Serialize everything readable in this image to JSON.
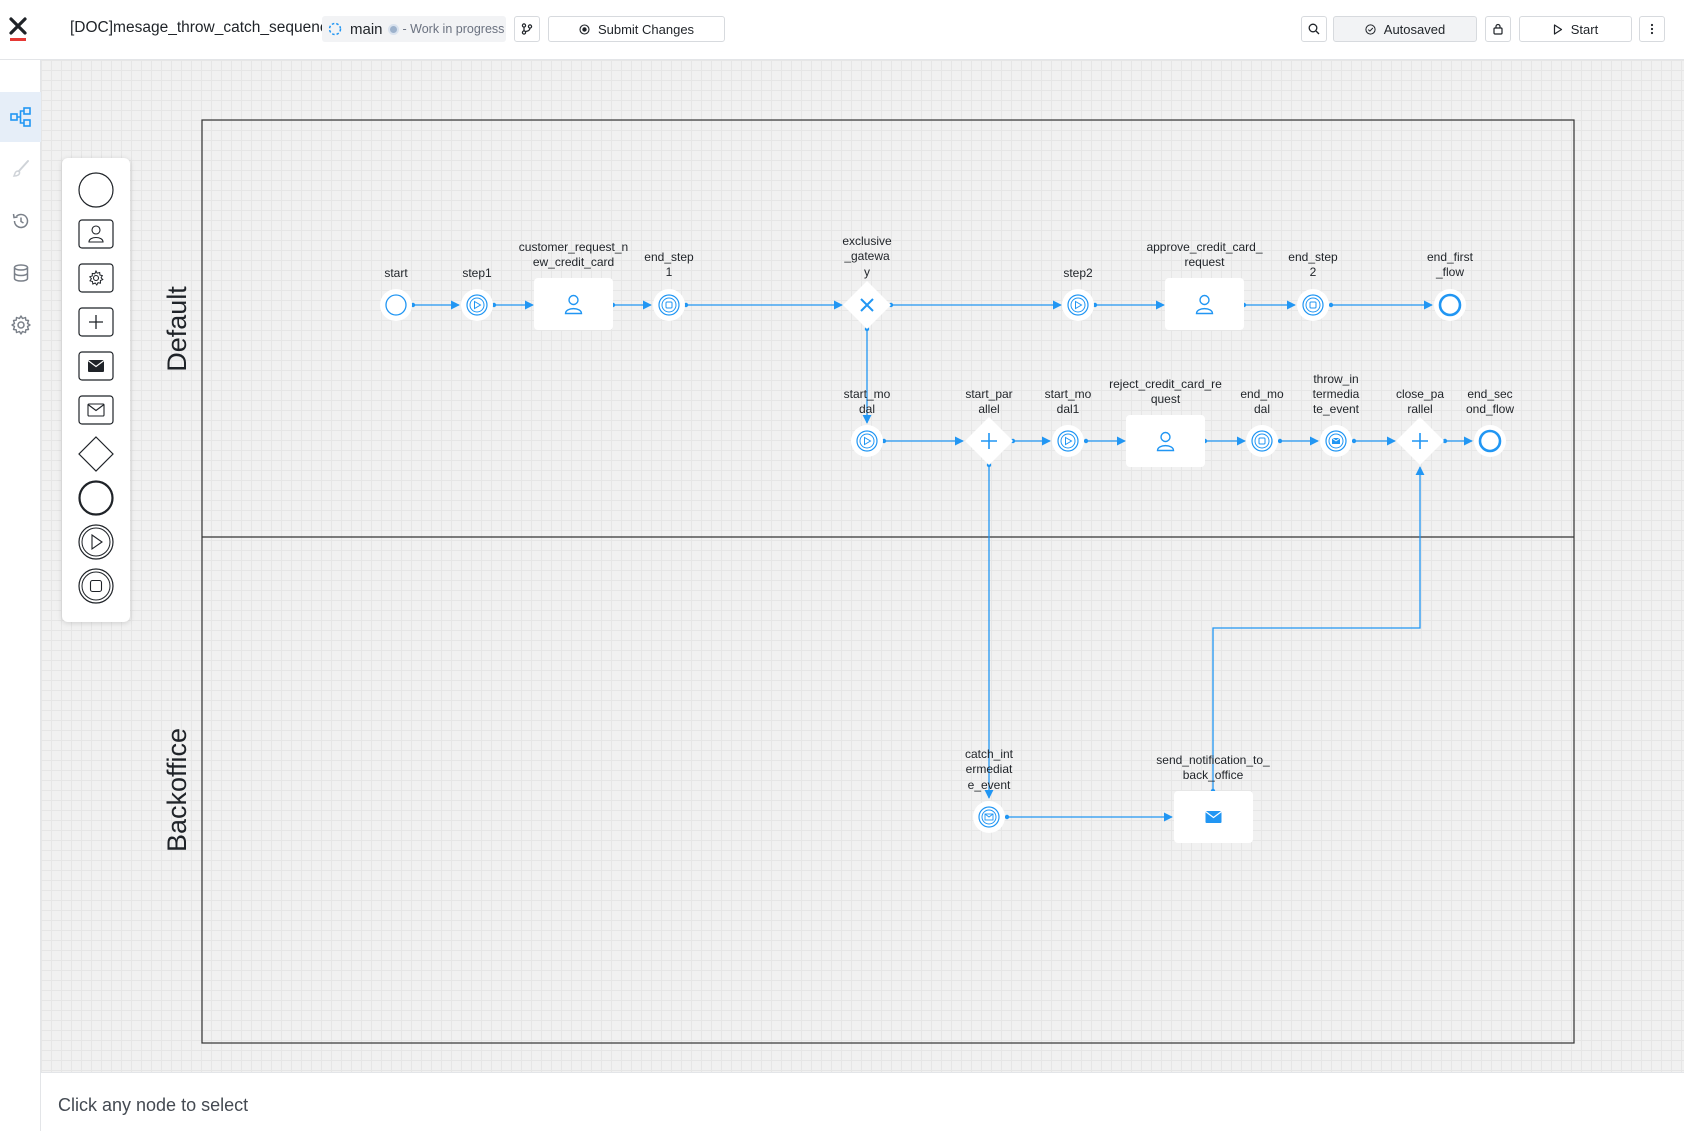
{
  "header": {
    "doc_title": "[DOC]mesage_throw_catch_sequence",
    "branch": "main",
    "branch_status": "- Work in progress",
    "submit_label": "Submit Changes",
    "autosave_label": "Autosaved",
    "start_label": "Start"
  },
  "sidebar": {
    "items": [
      "process-diagram-icon",
      "brush-icon",
      "history-icon",
      "database-icon",
      "gear-icon"
    ],
    "active": "process-diagram-icon"
  },
  "palette": {
    "items": [
      "start-event",
      "user-task",
      "service-task",
      "subprocess",
      "send-message-task",
      "receive-message-task",
      "gateway",
      "end-event",
      "start-milestone",
      "end-milestone"
    ]
  },
  "diagram": {
    "lanes": [
      "Default",
      "Backoffice"
    ],
    "nodes": {
      "start": {
        "label1": "start",
        "label2": ""
      },
      "step1": {
        "label1": "step1",
        "label2": ""
      },
      "customer_request": {
        "label1": "customer_request_n",
        "label2": "ew_credit_card"
      },
      "end_step1": {
        "label1": "end_step",
        "label2": "1"
      },
      "exclusive_gateway": {
        "label1": "exclusive",
        "label2": "_gatewa",
        "label3": "y"
      },
      "step2": {
        "label1": "step2",
        "label2": ""
      },
      "approve": {
        "label1": "approve_credit_card_",
        "label2": "request"
      },
      "end_step2": {
        "label1": "end_step",
        "label2": "2"
      },
      "end_first_flow": {
        "label1": "end_first",
        "label2": "_flow"
      },
      "start_modal": {
        "label1": "start_mo",
        "label2": "dal"
      },
      "start_parallel": {
        "label1": "start_par",
        "label2": "allel"
      },
      "start_modal1": {
        "label1": "start_mo",
        "label2": "dal1"
      },
      "reject": {
        "label1": "reject_credit_card_re",
        "label2": "quest"
      },
      "end_modal": {
        "label1": "end_mo",
        "label2": "dal"
      },
      "throw_intermediate": {
        "label1": "throw_in",
        "label2": "termedia",
        "label3": "te_event"
      },
      "close_parallel": {
        "label1": "close_pa",
        "label2": "rallel"
      },
      "end_second_flow": {
        "label1": "end_sec",
        "label2": "ond_flow"
      },
      "catch_intermediate": {
        "label1": "catch_int",
        "label2": "ermediat",
        "label3": "e_event"
      },
      "send_notification": {
        "label1": "send_notification_to_",
        "label2": "back_office"
      }
    }
  },
  "footer": {
    "hint": "Click any node to select"
  },
  "colors": {
    "accent": "#2196f3",
    "canvas": "#f1f1f1",
    "logo_red": "#e53935"
  }
}
